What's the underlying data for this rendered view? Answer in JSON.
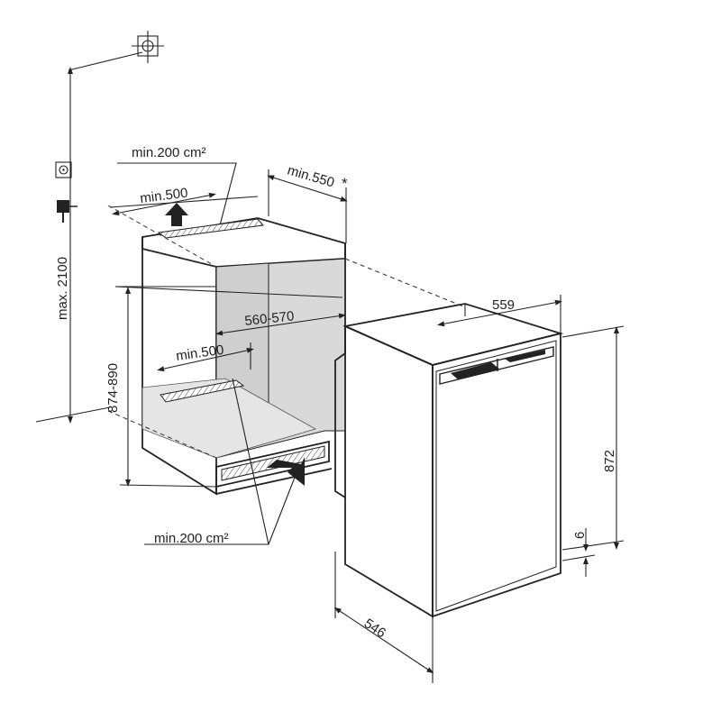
{
  "labels": {
    "max_height": "max. 2100",
    "vent_top": "min.200 cm²",
    "vent_bottom": "min.200 cm²",
    "top_depth": "min.500",
    "bottom_depth": "min.500",
    "niche_depth": "min.550",
    "niche_depth_mark": "*",
    "niche_width": "560-570",
    "niche_height": "874-890",
    "appliance_width": "559",
    "appliance_height": "872",
    "appliance_depth": "546",
    "plinth_offset": "6"
  },
  "icons": [
    "crosshair-icon",
    "socket-icon",
    "plug-icon",
    "arrow-up-icon",
    "arrow-in-icon"
  ],
  "colors": {
    "line": "#222222",
    "niche_fill": "#d9d9d9",
    "background": "#ffffff"
  }
}
